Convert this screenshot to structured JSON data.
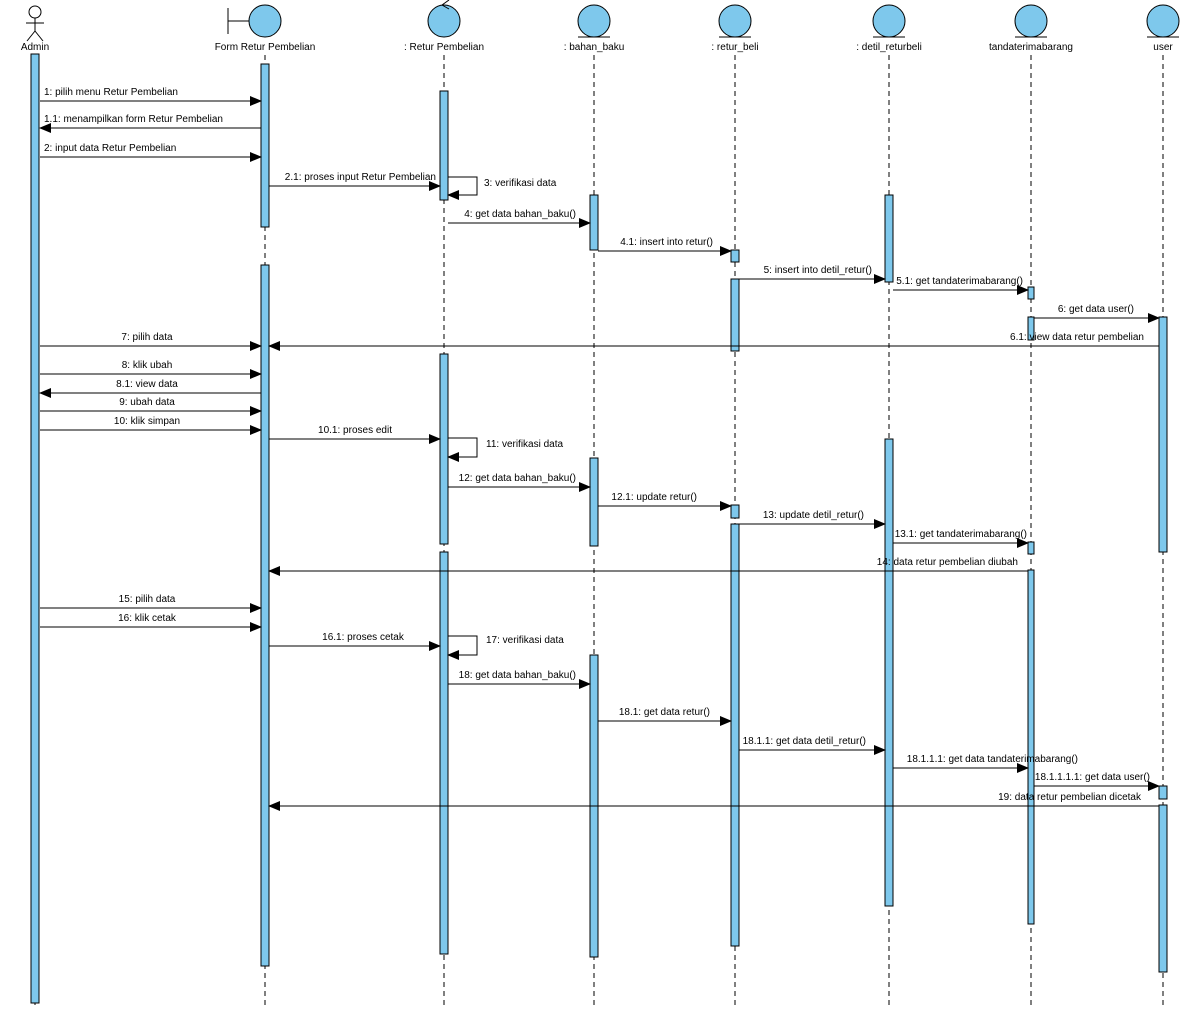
{
  "diagram": {
    "type": "sequence",
    "colors": {
      "activation": "#7ec8ec",
      "line": "#000000"
    },
    "participants": [
      {
        "id": "admin",
        "label": "Admin",
        "kind": "actor"
      },
      {
        "id": "form",
        "label": "Form Retur Pembelian",
        "kind": "boundary"
      },
      {
        "id": "ctrl",
        "label": ": Retur Pembelian",
        "kind": "control"
      },
      {
        "id": "bahan",
        "label": ": bahan_baku",
        "kind": "entity"
      },
      {
        "id": "retur",
        "label": ": retur_beli",
        "kind": "entity"
      },
      {
        "id": "detil",
        "label": ": detil_returbeli",
        "kind": "entity"
      },
      {
        "id": "tanda",
        "label": "tandaterimabarang",
        "kind": "entity"
      },
      {
        "id": "user",
        "label": "user",
        "kind": "entity"
      }
    ],
    "messages": [
      {
        "label": "1: pilih menu Retur Pembelian",
        "from": "admin",
        "to": "form"
      },
      {
        "label": "1.1: menampilkan form Retur Pembelian",
        "from": "form",
        "to": "admin"
      },
      {
        "label": "2: input data Retur Pembelian",
        "from": "admin",
        "to": "form"
      },
      {
        "label": "2.1: proses input Retur Pembelian",
        "from": "form",
        "to": "ctrl"
      },
      {
        "label": "3: verifikasi data",
        "from": "ctrl",
        "to": "ctrl"
      },
      {
        "label": "4: get data bahan_baku()",
        "from": "ctrl",
        "to": "bahan"
      },
      {
        "label": "4.1: insert into retur()",
        "from": "bahan",
        "to": "retur"
      },
      {
        "label": "5: insert into detil_retur()",
        "from": "retur",
        "to": "detil"
      },
      {
        "label": "5.1: get tandaterimabarang()",
        "from": "detil",
        "to": "tanda"
      },
      {
        "label": "6: get data user()",
        "from": "tanda",
        "to": "user"
      },
      {
        "label": "6.1: view  data retur pembelian",
        "from": "user",
        "to": "form"
      },
      {
        "label": "7: pilih data",
        "from": "admin",
        "to": "form"
      },
      {
        "label": "8: klik ubah",
        "from": "admin",
        "to": "form"
      },
      {
        "label": "8.1: view data",
        "from": "form",
        "to": "admin"
      },
      {
        "label": "9: ubah data",
        "from": "admin",
        "to": "form"
      },
      {
        "label": "10: klik simpan",
        "from": "admin",
        "to": "form"
      },
      {
        "label": "10.1: proses edit",
        "from": "form",
        "to": "ctrl"
      },
      {
        "label": "11: verifikasi data",
        "from": "ctrl",
        "to": "ctrl"
      },
      {
        "label": "12: get data bahan_baku()",
        "from": "ctrl",
        "to": "bahan"
      },
      {
        "label": "12.1: update retur()",
        "from": "bahan",
        "to": "retur"
      },
      {
        "label": "13: update detil_retur()",
        "from": "retur",
        "to": "detil"
      },
      {
        "label": "13.1: get tandaterimabarang()",
        "from": "detil",
        "to": "tanda"
      },
      {
        "label": "14: data retur pembelian diubah",
        "from": "tanda",
        "to": "form"
      },
      {
        "label": "15: pilih data",
        "from": "admin",
        "to": "form"
      },
      {
        "label": "16: klik cetak",
        "from": "admin",
        "to": "form"
      },
      {
        "label": "16.1: proses cetak",
        "from": "form",
        "to": "ctrl"
      },
      {
        "label": "17: verifikasi data",
        "from": "ctrl",
        "to": "ctrl"
      },
      {
        "label": "18: get data bahan_baku()",
        "from": "ctrl",
        "to": "bahan"
      },
      {
        "label": "18.1: get data retur()",
        "from": "bahan",
        "to": "retur"
      },
      {
        "label": "18.1.1: get data detil_retur()",
        "from": "retur",
        "to": "detil"
      },
      {
        "label": "18.1.1.1: get data tandaterimabarang()",
        "from": "detil",
        "to": "tanda"
      },
      {
        "label": "18.1.1.1.1: get data user()",
        "from": "tanda",
        "to": "user"
      },
      {
        "label": "19: data retur pembelian dicetak",
        "from": "user",
        "to": "form"
      }
    ]
  }
}
